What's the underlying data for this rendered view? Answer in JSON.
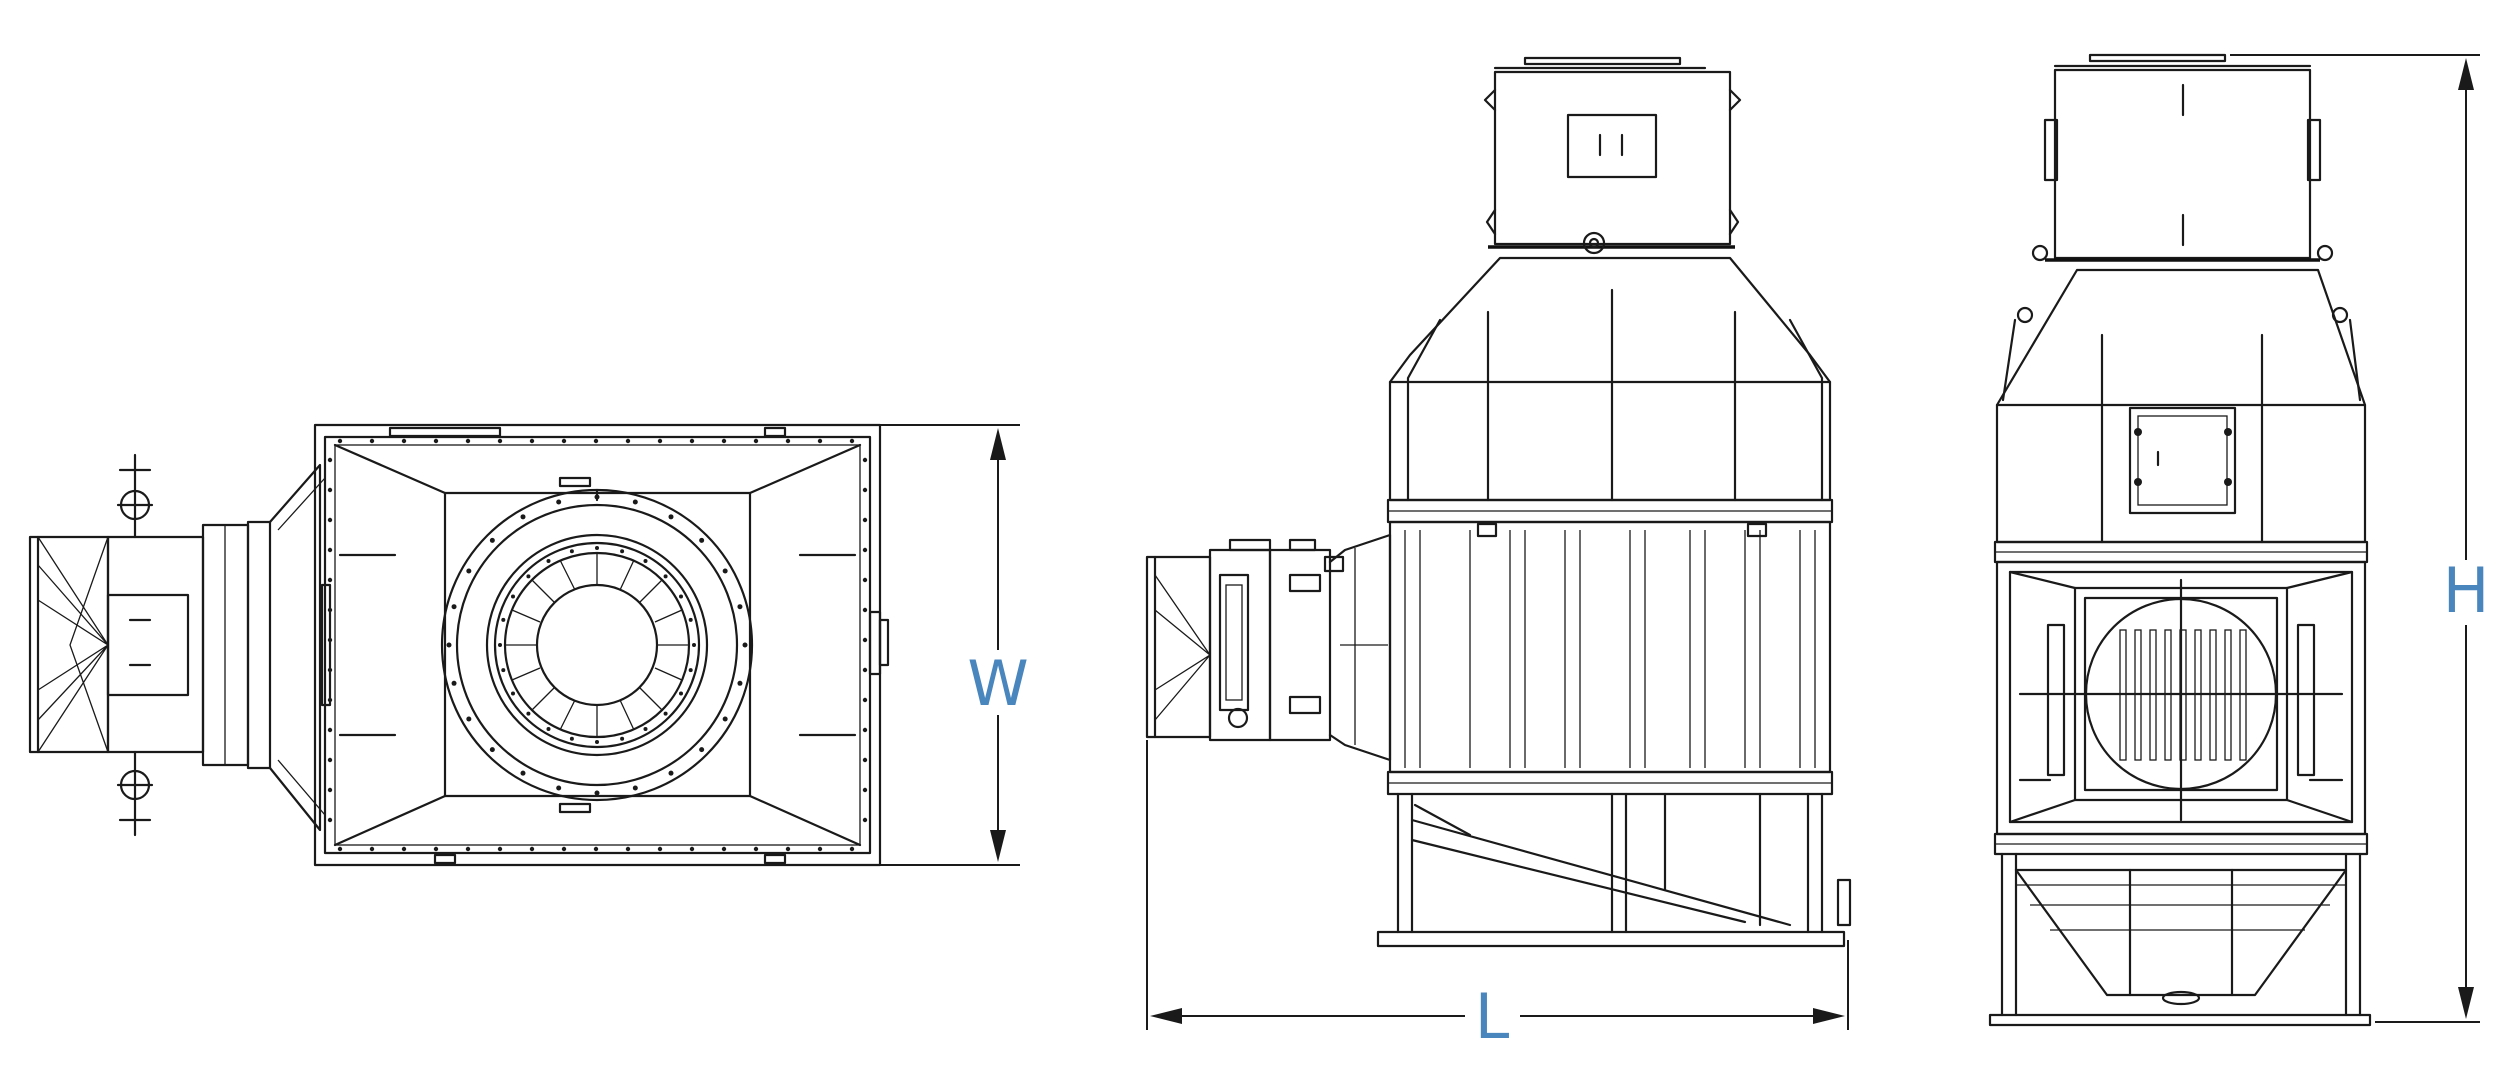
{
  "dimensions": {
    "width_label": "W",
    "length_label": "L",
    "height_label": "H"
  },
  "colors": {
    "line": "#1a1a1a",
    "dimension_text": "#4a86be",
    "background": "#ffffff"
  }
}
